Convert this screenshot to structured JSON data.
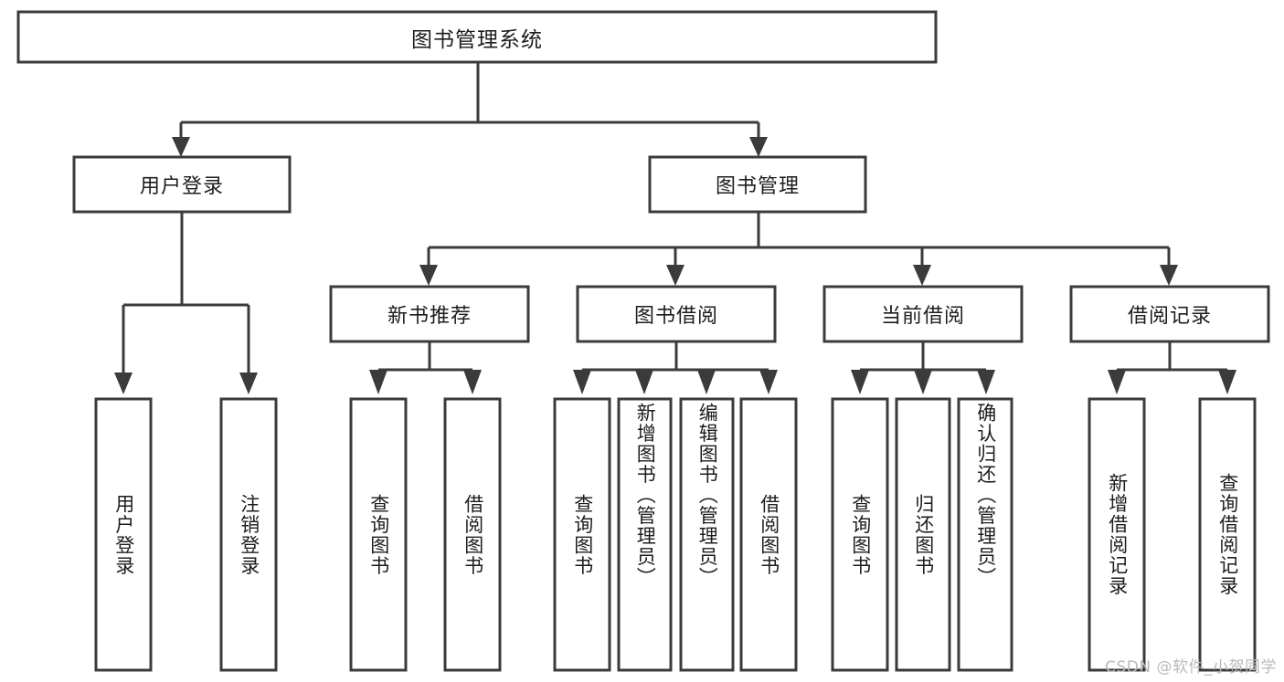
{
  "diagram": {
    "type": "tree",
    "title": "图书管理系统",
    "orientation": "top-down",
    "colors": {
      "box_stroke": "#3b3b3b",
      "box_fill": "#ffffff",
      "connector": "#3b3b3b",
      "text": "#1d1d1d",
      "background": "#ffffff",
      "watermark": "#b9b9b9"
    },
    "nodes": {
      "root": {
        "label": "图书管理系统"
      },
      "level2": [
        {
          "id": "user-login",
          "label": "用户登录"
        },
        {
          "id": "book-manage",
          "label": "图书管理"
        }
      ],
      "level3": [
        {
          "id": "new-book-recommend",
          "label": "新书推荐"
        },
        {
          "id": "book-borrow",
          "label": "图书借阅"
        },
        {
          "id": "current-borrow",
          "label": "当前借阅"
        },
        {
          "id": "borrow-record",
          "label": "借阅记录"
        }
      ],
      "leaves": {
        "user-login": [
          {
            "id": "leaf-user-login",
            "label": "用户登录"
          },
          {
            "id": "leaf-logout-login",
            "label": "注销登录"
          }
        ],
        "new-book-recommend": [
          {
            "id": "leaf-query-book-1",
            "label": "查询图书"
          },
          {
            "id": "leaf-borrow-book-1",
            "label": "借阅图书"
          }
        ],
        "book-borrow": [
          {
            "id": "leaf-query-book-2",
            "label": "查询图书"
          },
          {
            "id": "leaf-add-book",
            "label": "新增图书（管理员）"
          },
          {
            "id": "leaf-edit-book",
            "label": "编辑图书（管理员）"
          },
          {
            "id": "leaf-borrow-book-2",
            "label": "借阅图书"
          }
        ],
        "current-borrow": [
          {
            "id": "leaf-query-book-3",
            "label": "查询图书"
          },
          {
            "id": "leaf-return-book",
            "label": "归还图书"
          },
          {
            "id": "leaf-confirm-return",
            "label": "确认归还（管理员）"
          }
        ],
        "borrow-record": [
          {
            "id": "leaf-add-record",
            "label": "新增借阅记录"
          },
          {
            "id": "leaf-query-record",
            "label": "查询借阅记录"
          }
        ]
      }
    }
  },
  "watermark": {
    "text": "CSDN @软件_小贺同学"
  }
}
